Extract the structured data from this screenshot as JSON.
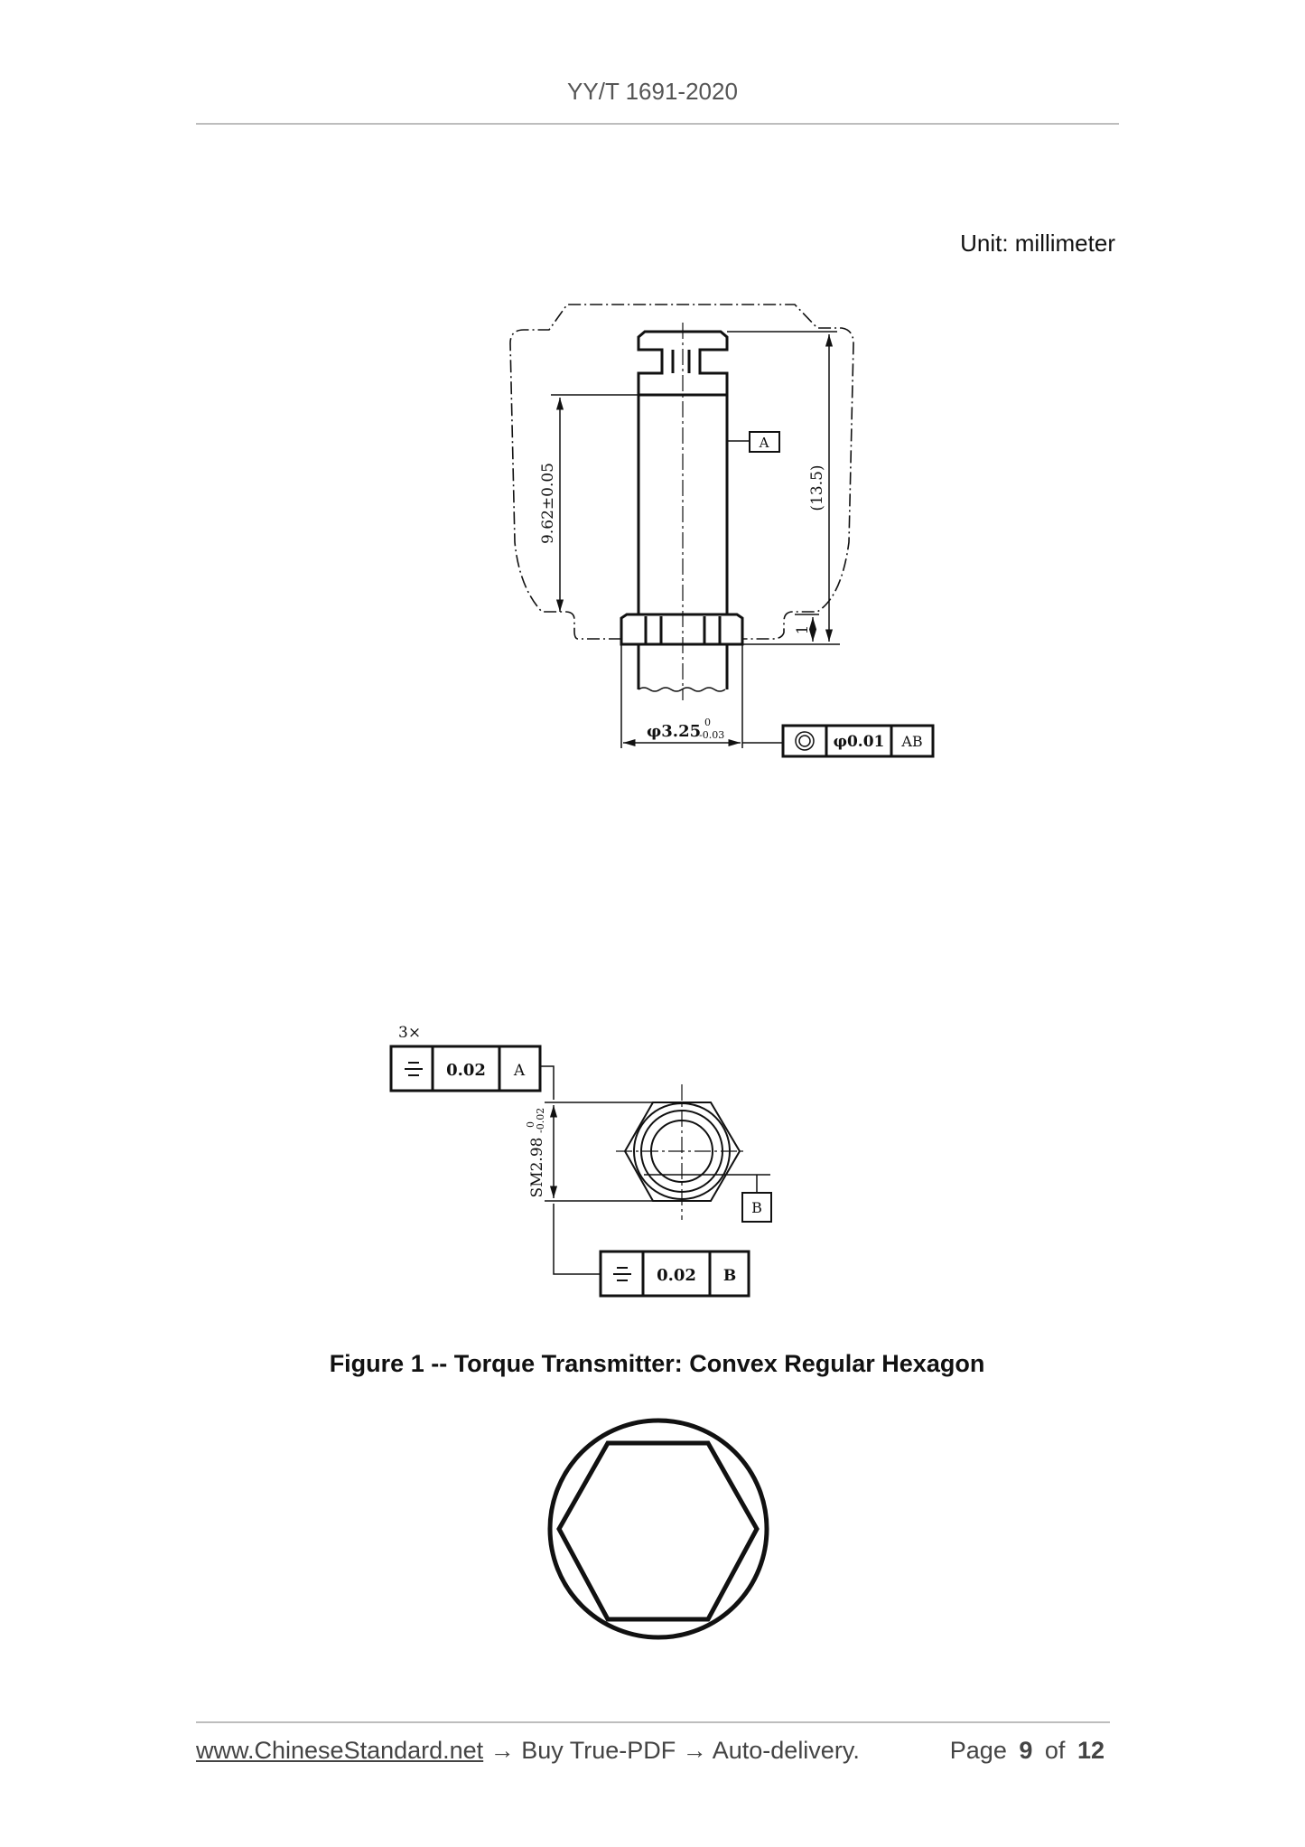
{
  "header": {
    "standard_code": "YY/T 1691-2020"
  },
  "unit_note": "Unit: millimeter",
  "figure1": {
    "dim_length": "9.62±0.05",
    "dim_total": "(13.5)",
    "dim_one": "1",
    "dim_diameter": "φ3.25",
    "dim_diameter_upper_tol": "0",
    "dim_diameter_lower_tol": "-0.03",
    "datum_a": "A",
    "datum_b": "B",
    "concentricity_frame": {
      "tolerance": "φ0.01",
      "datums": "AB"
    },
    "symmetry_count": "3×",
    "symmetry_frame_a": {
      "tolerance": "0.02",
      "datum": "A"
    },
    "symmetry_frame_b": {
      "tolerance": "0.02",
      "datum": "B"
    },
    "dim_flat": "SM2.98",
    "dim_flat_upper_tol": "0",
    "dim_flat_lower_tol": "-0.02"
  },
  "caption": "Figure 1 -- Torque Transmitter: Convex Regular Hexagon",
  "footer": {
    "link": "www.ChineseStandard.net",
    "promo": " → Buy True-PDF → Auto-delivery.",
    "page_label": "Page",
    "page_current": "9",
    "of_label": "of",
    "page_total": "12"
  }
}
